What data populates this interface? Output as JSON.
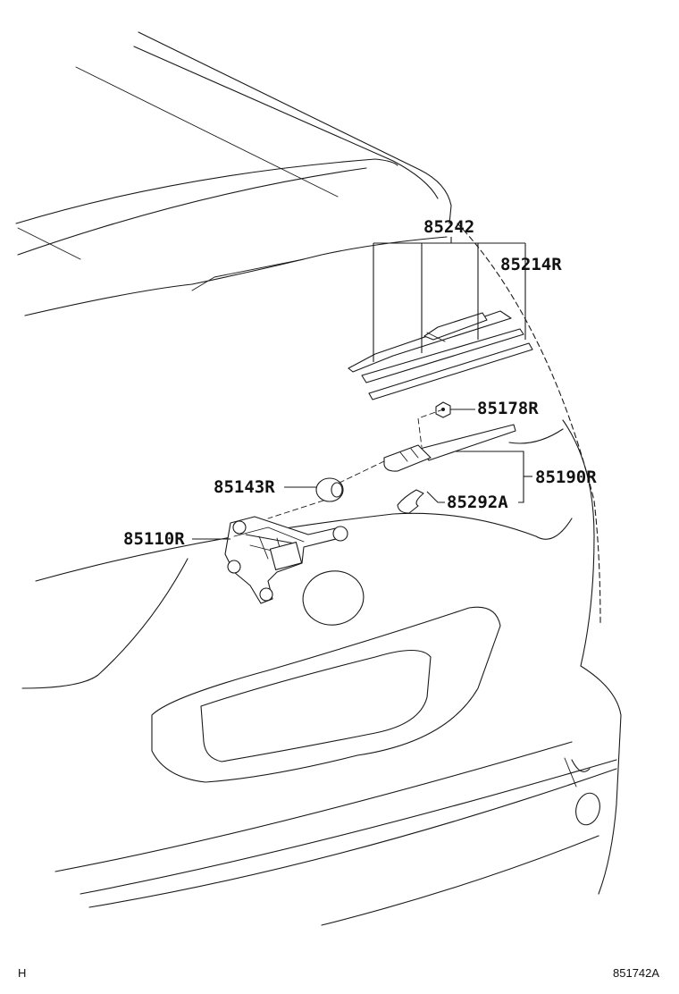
{
  "parts": {
    "p85242": "85242",
    "p85214R": "85214R",
    "p85178R": "85178R",
    "p85190R": "85190R",
    "p85143R": "85143R",
    "p85292A": "85292A",
    "p85110R": "85110R"
  },
  "footer": {
    "left": "H",
    "right": "851742A"
  }
}
